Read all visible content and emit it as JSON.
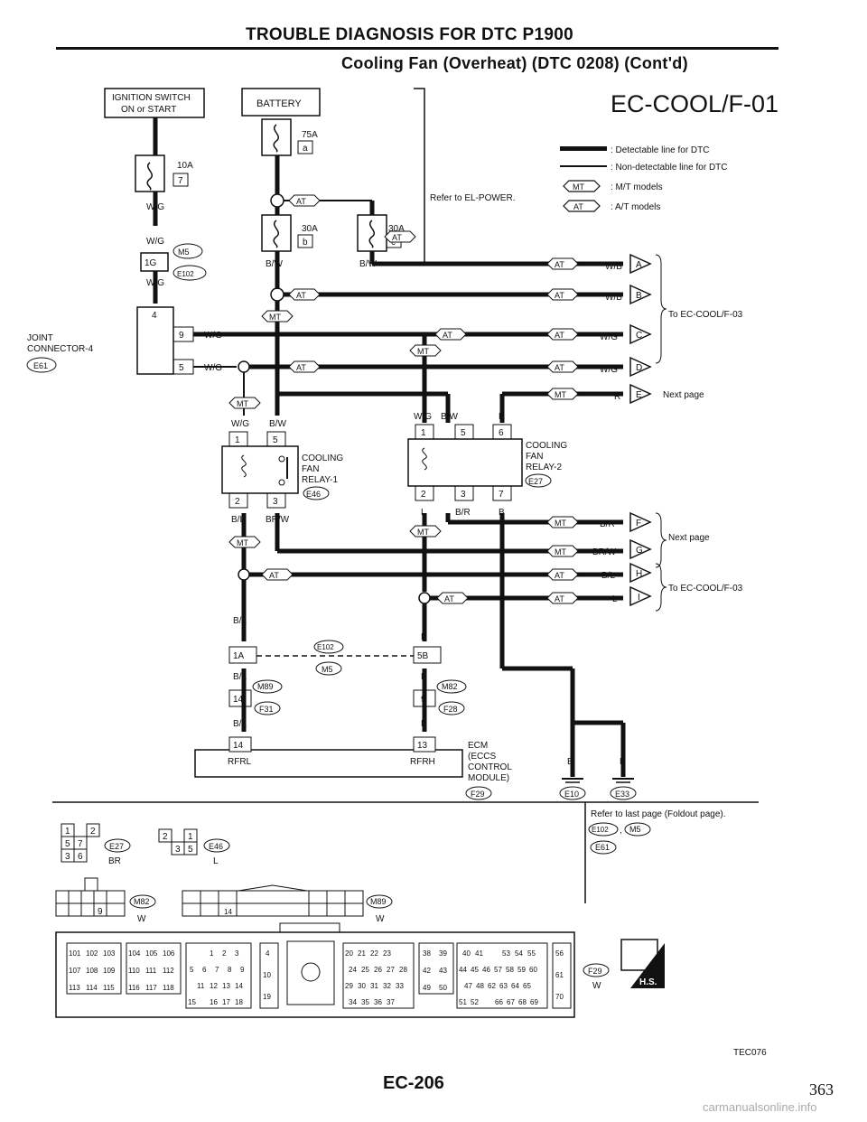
{
  "header": {
    "title": "TROUBLE DIAGNOSIS FOR DTC P1900",
    "subtitle": "Cooling Fan (Overheat) (DTC 0208) (Cont'd)",
    "diagram_id": "EC-COOL/F-01"
  },
  "legend": {
    "detectable": ": Detectable line for DTC",
    "non_detectable": ": Non-detectable line for DTC",
    "mt_tag": "MT",
    "mt_text": ": M/T models",
    "at_tag": "AT",
    "at_text": ": A/T models"
  },
  "components": {
    "ignition_switch": "IGNITION SWITCH",
    "ignition_switch_2": "ON or START",
    "battery": "BATTERY",
    "refer_power": "Refer to EL-POWER.",
    "fuse_10a": "10A",
    "fuse_7": "7",
    "fuse_75a": "75A",
    "fuse_a": "a",
    "fuse_30a_b": "30A",
    "fuse_b": "b",
    "fuse_30a_c": "30A",
    "fuse_c": "c",
    "joint_connector": "JOINT",
    "joint_connector_2": "CONNECTOR-4",
    "relay1": "COOLING",
    "relay1_2": "FAN",
    "relay1_3": "RELAY-1",
    "relay2": "COOLING",
    "relay2_2": "FAN",
    "relay2_3": "RELAY-2",
    "ecm": "ECM",
    "ecm_2": "(ECCS",
    "ecm_3": "CONTROL",
    "ecm_4": "MODULE)",
    "rfrl": "RFRL",
    "rfrh": "RFRH"
  },
  "wires": {
    "wg": "W/G",
    "bw": "B/W",
    "r": "R",
    "bl": "B/L",
    "brw": "BR/W",
    "l": "L",
    "br": "B/R",
    "b": "B",
    "wb": "W/B"
  },
  "connectors": {
    "m5": "M5",
    "e102": "E102",
    "e61": "E61",
    "e46": "E46",
    "e27": "E27",
    "m89": "M89",
    "f31": "F31",
    "m82": "M82",
    "f28": "F28",
    "f29": "F29",
    "e10": "E10",
    "e33": "E33",
    "pin_1g": "1G",
    "pin_4": "4",
    "pin_9": "9",
    "pin_5": "5",
    "pin_1a": "1A",
    "pin_5b": "5B",
    "pin_14": "14",
    "pin_13": "13",
    "pin_1": "1",
    "pin_2": "2",
    "pin_3": "3",
    "pin_6": "6",
    "pin_7": "7"
  },
  "off_page": {
    "a": "A",
    "b": "B",
    "c": "C",
    "d": "D",
    "e": "E",
    "f": "F",
    "g": "G",
    "h": "H",
    "i": "I",
    "to_cool_03": "To EC-COOL/F-03",
    "next_page": "Next page"
  },
  "notes": {
    "refer_last_page": "Refer to last page (Foldout page).",
    "comma": ","
  },
  "connector_views": {
    "e27_color": "BR",
    "e46_color": "L",
    "m82_color": "W",
    "m89_color": "W",
    "f29_color": "W",
    "hs": "H.S.",
    "e27_pins": [
      "1",
      "2",
      "5",
      "7",
      "3",
      "6"
    ],
    "e46_pins": [
      "2",
      "1",
      "3",
      "5"
    ],
    "ecm_block1": [
      "101",
      "102",
      "103",
      "107",
      "108",
      "109",
      "113",
      "114",
      "115"
    ],
    "ecm_block2": [
      "104",
      "105",
      "106",
      "110",
      "111",
      "112",
      "116",
      "117",
      "118"
    ],
    "ecm_block3": [
      "1",
      "2",
      "3",
      "5",
      "6",
      "7",
      "8",
      "9",
      "11",
      "12",
      "13",
      "14",
      "15",
      "16",
      "17",
      "18"
    ],
    "ecm_block4": [
      "4",
      "10",
      "19"
    ],
    "ecm_block5": [
      "20",
      "21",
      "22",
      "23",
      "24",
      "25",
      "26",
      "27",
      "28",
      "29",
      "30",
      "31",
      "32",
      "33",
      "34",
      "35",
      "36",
      "37"
    ],
    "ecm_block6": [
      "38",
      "39",
      "42",
      "43",
      "49",
      "50"
    ],
    "ecm_block7": [
      "40",
      "41",
      "53",
      "54",
      "55",
      "44",
      "45",
      "46",
      "57",
      "58",
      "59",
      "60",
      "47",
      "48",
      "62",
      "63",
      "64",
      "65",
      "51",
      "52",
      "66",
      "67",
      "68",
      "69"
    ],
    "ecm_block8": [
      "56",
      "61",
      "70"
    ],
    "m82_pin": "9",
    "m89_pin": "14",
    "m82_top": "□"
  },
  "footer": {
    "figure_code": "TEC076",
    "page_code": "EC-206",
    "page_number": "363",
    "watermark": "carmanualsonline.info"
  }
}
